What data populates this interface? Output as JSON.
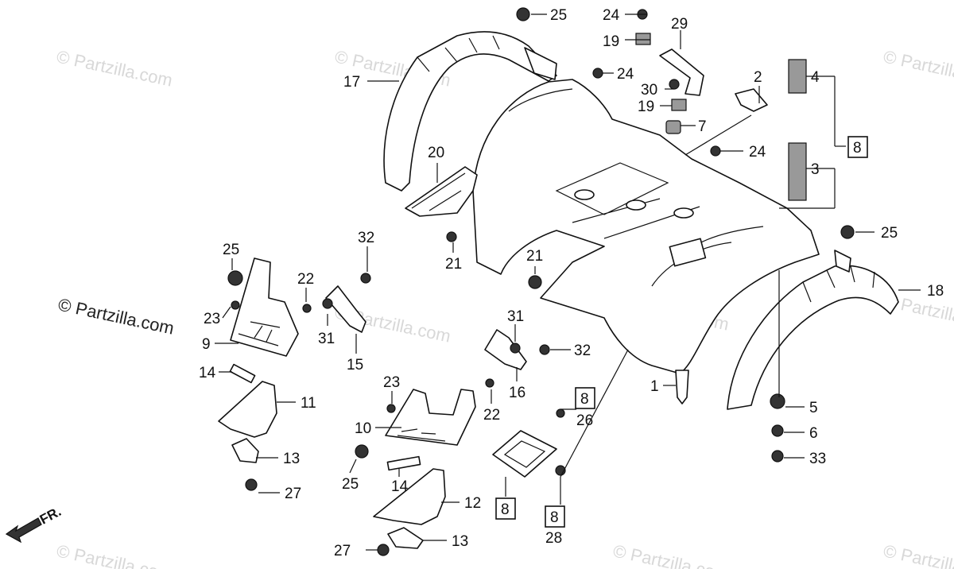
{
  "watermark": {
    "text": "© Partzilla.com",
    "main_text": "© Partzilla.com"
  },
  "direction_marker": {
    "label": "FR."
  },
  "callouts": [
    {
      "n": "25"
    },
    {
      "n": "24"
    },
    {
      "n": "29"
    },
    {
      "n": "19"
    },
    {
      "n": "24"
    },
    {
      "n": "30"
    },
    {
      "n": "19"
    },
    {
      "n": "2"
    },
    {
      "n": "4"
    },
    {
      "n": "7"
    },
    {
      "n": "8"
    },
    {
      "n": "24"
    },
    {
      "n": "3"
    },
    {
      "n": "17"
    },
    {
      "n": "20"
    },
    {
      "n": "21"
    },
    {
      "n": "21"
    },
    {
      "n": "25"
    },
    {
      "n": "18"
    },
    {
      "n": "25"
    },
    {
      "n": "32"
    },
    {
      "n": "22"
    },
    {
      "n": "23"
    },
    {
      "n": "9"
    },
    {
      "n": "31"
    },
    {
      "n": "15"
    },
    {
      "n": "14"
    },
    {
      "n": "11"
    },
    {
      "n": "13"
    },
    {
      "n": "27"
    },
    {
      "n": "31"
    },
    {
      "n": "32"
    },
    {
      "n": "16"
    },
    {
      "n": "23"
    },
    {
      "n": "22"
    },
    {
      "n": "10"
    },
    {
      "n": "25"
    },
    {
      "n": "14"
    },
    {
      "n": "12"
    },
    {
      "n": "13"
    },
    {
      "n": "27"
    },
    {
      "n": "8"
    },
    {
      "n": "26"
    },
    {
      "n": "8"
    },
    {
      "n": "8"
    },
    {
      "n": "28"
    },
    {
      "n": "1"
    },
    {
      "n": "5"
    },
    {
      "n": "6"
    },
    {
      "n": "33"
    }
  ]
}
